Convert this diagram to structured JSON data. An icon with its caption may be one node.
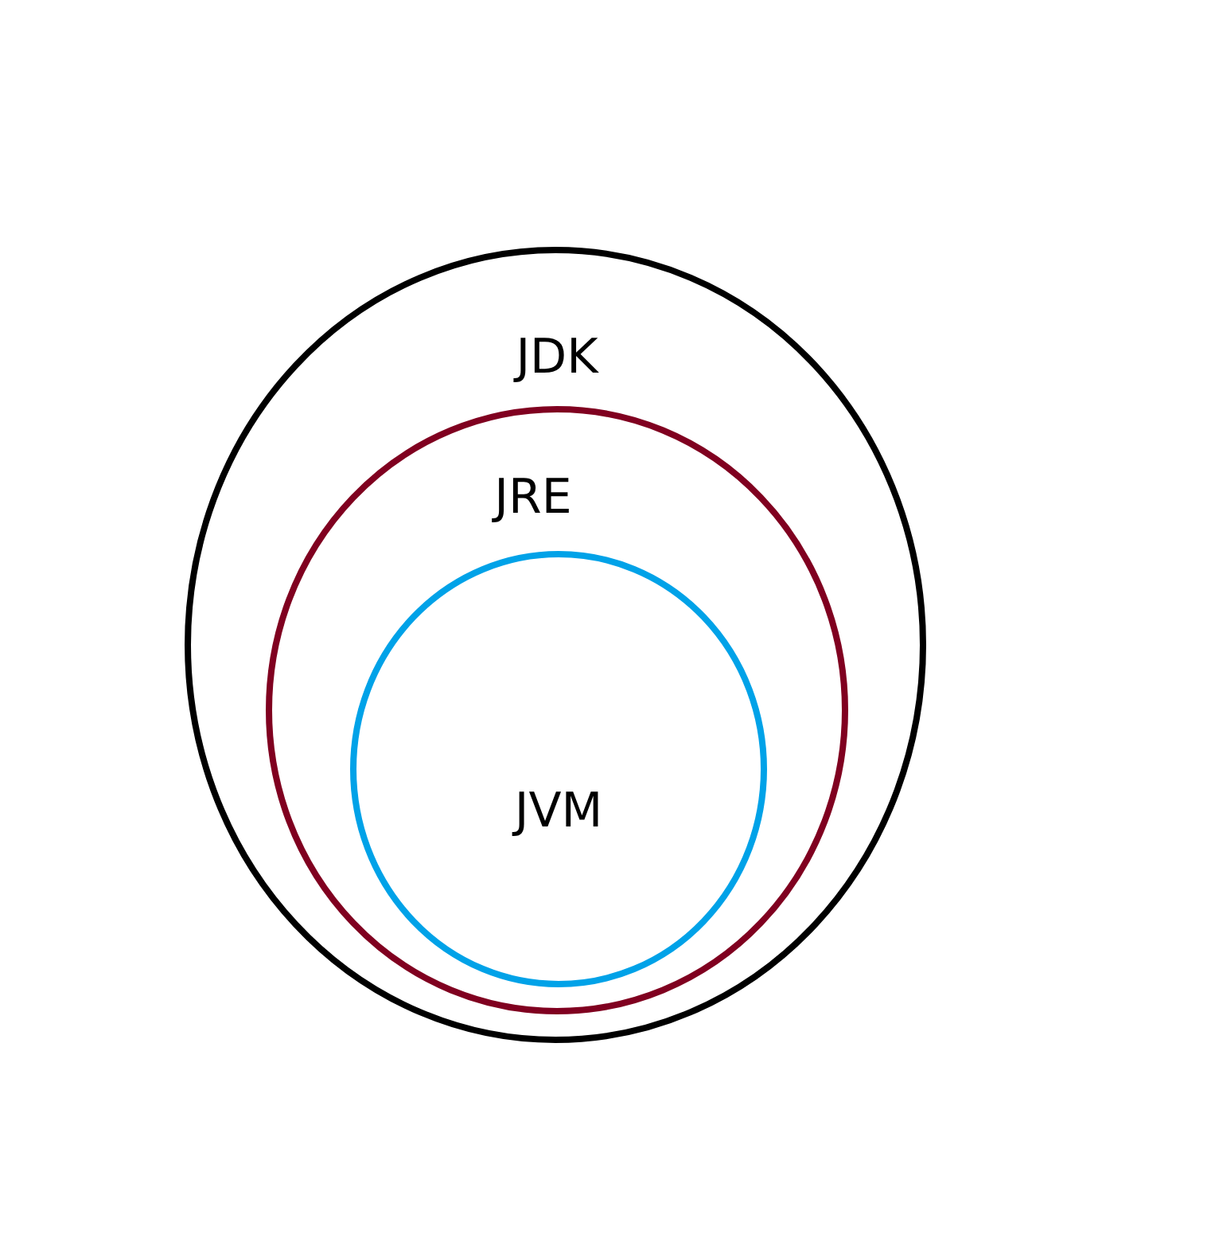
{
  "diagram": {
    "nodes": [
      {
        "text": [
          "JDK"
        ]
      },
      {
        "text": [
          "JRE"
        ],
        "in": 0
      },
      {
        "text": [
          "JVM"
        ],
        "in": 1
      }
    ]
  }
}
